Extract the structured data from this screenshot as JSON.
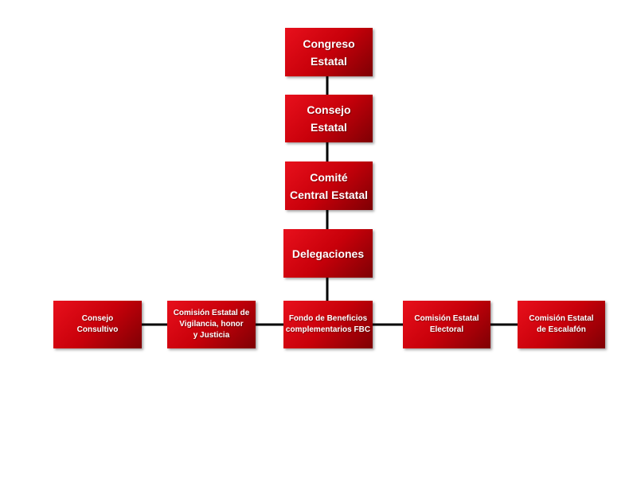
{
  "org_chart": {
    "levels": {
      "congreso": "Congreso\nEstatal",
      "consejo_estatal": "Consejo\nEstatal",
      "comite": "Comité\nCentral Estatal",
      "delegaciones": "Delegaciones"
    },
    "row": {
      "consultivo": "Consejo\nConsultivo",
      "vigilancia": "Comisión Estatal de\nVigilancia, honor\ny Justicia",
      "fondo": "Fondo de Beneficios\ncomplementarios FBC",
      "electoral": "Comisión Estatal\nElectoral",
      "escalafon": "Comisión Estatal\nde Escalafón"
    },
    "colors": {
      "box_light": "#e8101c",
      "box_dark": "#7e0004",
      "text": "#ffffff",
      "connector": "#000000"
    }
  }
}
